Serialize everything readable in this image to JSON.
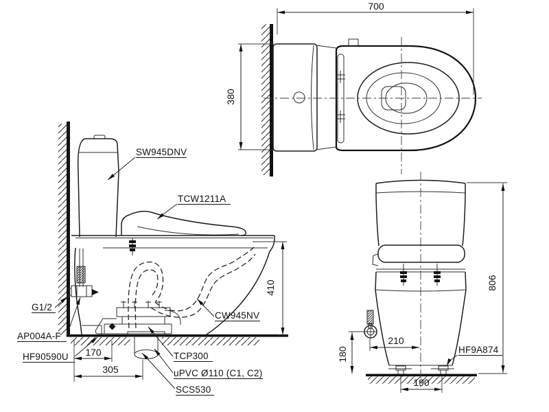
{
  "labels": {
    "tank": "SW945DNV",
    "seat": "TCW1211A",
    "bowl": "CW945NV",
    "inlet_thread": "G1/2",
    "angle_valve": "AP004A-F",
    "floor_fixing": "HF90590U",
    "connector": "TCP300",
    "drain_pipe": "uPVC Ø110 (C1, C2)",
    "socket": "SCS530",
    "bolt_cap": "HF9A874"
  },
  "dimensions": {
    "overall_depth": "700",
    "tank_width_top": "380",
    "rim_height": "410",
    "flange_offset": "170",
    "outlet_offset": "305",
    "overall_height": "806",
    "valve_side_offset": "210",
    "valve_height": "180",
    "foot_bolt_spacing": "190"
  }
}
